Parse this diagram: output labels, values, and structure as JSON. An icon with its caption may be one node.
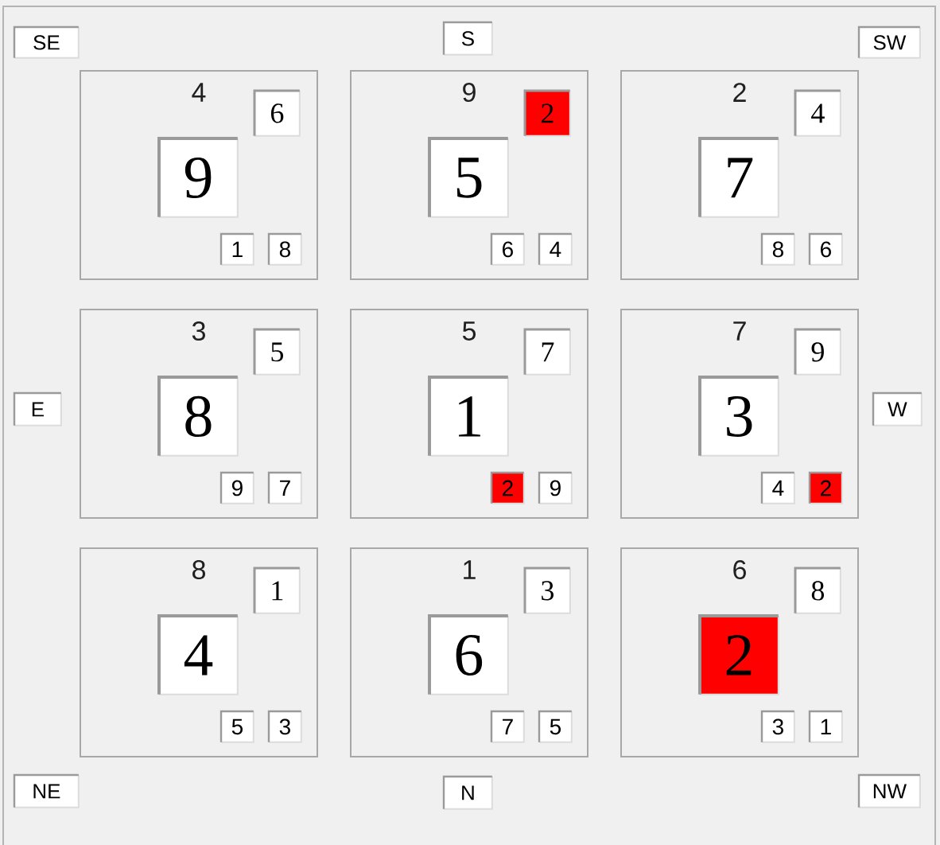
{
  "diagram": {
    "nodes": [
      {
        "text": [
          "SE"
        ]
      },
      {
        "text": [
          "S"
        ]
      },
      {
        "text": [
          "SW"
        ]
      },
      {
        "text": [
          "4"
        ]
      },
      {
        "text": [
          "6"
        ],
        "in": 3
      },
      {
        "text": [
          "9"
        ],
        "in": 3
      },
      {
        "text": [
          "1"
        ],
        "in": 3
      },
      {
        "text": [
          "8"
        ],
        "in": 3
      },
      {
        "text": [
          "9"
        ]
      },
      {
        "text": [
          "2"
        ],
        "in": 8
      },
      {
        "text": [
          "5"
        ],
        "in": 8
      },
      {
        "text": [
          "6"
        ],
        "in": 8
      },
      {
        "text": [
          "4"
        ],
        "in": 8
      },
      {
        "text": [
          "2"
        ]
      },
      {
        "text": [
          "4"
        ],
        "in": 13
      },
      {
        "text": [
          "7"
        ],
        "in": 13
      },
      {
        "text": [
          "8"
        ],
        "in": 13
      },
      {
        "text": [
          "6"
        ],
        "in": 13
      },
      {
        "text": [
          "E"
        ]
      },
      {
        "text": [
          "3"
        ]
      },
      {
        "text": [
          "5"
        ],
        "in": 19
      },
      {
        "text": [
          "8"
        ],
        "in": 19
      },
      {
        "text": [
          "9"
        ],
        "in": 19
      },
      {
        "text": [
          "7"
        ],
        "in": 19
      },
      {
        "text": [
          "5"
        ]
      },
      {
        "text": [
          "7"
        ],
        "in": 24
      },
      {
        "text": [
          "1"
        ],
        "in": 24
      },
      {
        "text": [
          "2"
        ],
        "in": 24
      },
      {
        "text": [
          "9"
        ],
        "in": 24
      },
      {
        "text": [
          "7"
        ]
      },
      {
        "text": [
          "9"
        ],
        "in": 29
      },
      {
        "text": [
          "3"
        ],
        "in": 29
      },
      {
        "text": [
          "4"
        ],
        "in": 29
      },
      {
        "text": [
          "2"
        ],
        "in": 29
      },
      {
        "text": [
          "W"
        ]
      },
      {
        "text": [
          "8"
        ]
      },
      {
        "text": [
          "1"
        ],
        "in": 35
      },
      {
        "text": [
          "4"
        ],
        "in": 35
      },
      {
        "text": [
          "5"
        ],
        "in": 35
      },
      {
        "text": [
          "3"
        ],
        "in": 35
      },
      {
        "text": [
          "1"
        ]
      },
      {
        "text": [
          "3"
        ],
        "in": 40
      },
      {
        "text": [
          "6"
        ],
        "in": 40
      },
      {
        "text": [
          "7"
        ],
        "in": 40
      },
      {
        "text": [
          "5"
        ],
        "in": 40
      },
      {
        "text": [
          "6"
        ]
      },
      {
        "text": [
          "8"
        ],
        "in": 45
      },
      {
        "text": [
          "2"
        ],
        "in": 45
      },
      {
        "text": [
          "3"
        ],
        "in": 45
      },
      {
        "text": [
          "1"
        ],
        "in": 45
      },
      {
        "text": [
          "NE"
        ]
      },
      {
        "text": [
          "N"
        ]
      },
      {
        "text": [
          "NW"
        ]
      }
    ]
  }
}
